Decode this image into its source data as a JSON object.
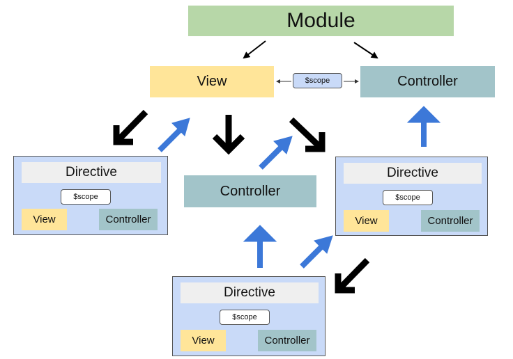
{
  "module": {
    "label": "Module"
  },
  "top": {
    "view_label": "View",
    "scope_label": "$scope",
    "controller_label": "Controller"
  },
  "middle_controller": {
    "label": "Controller"
  },
  "directives": [
    {
      "title": "Directive",
      "scope_label": "$scope",
      "view_label": "View",
      "controller_label": "Controller"
    },
    {
      "title": "Directive",
      "scope_label": "$scope",
      "view_label": "View",
      "controller_label": "Controller"
    },
    {
      "title": "Directive",
      "scope_label": "$scope",
      "view_label": "View",
      "controller_label": "Controller"
    }
  ],
  "colors": {
    "module": "#b7d7a8",
    "view": "#ffe599",
    "controller": "#a2c4c9",
    "directive": "#c9daf8",
    "directive_title": "#efefef",
    "arrow_black": "#000000",
    "arrow_blue": "#3c78d8"
  }
}
